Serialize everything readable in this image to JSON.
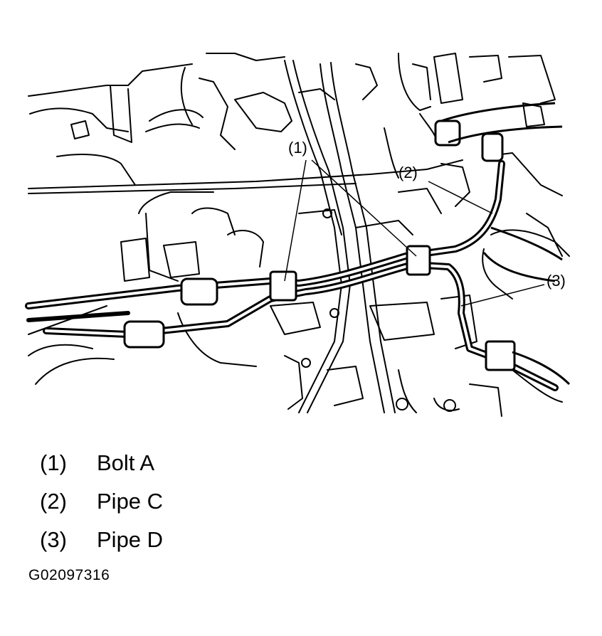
{
  "callouts": [
    {
      "id": "1",
      "label": "(1)"
    },
    {
      "id": "2",
      "label": "(2)"
    },
    {
      "id": "3",
      "label": "(3)"
    }
  ],
  "legend": [
    {
      "number": "(1)",
      "text": "Bolt A"
    },
    {
      "number": "(2)",
      "text": "Pipe C"
    },
    {
      "number": "(3)",
      "text": "Pipe D"
    }
  ],
  "figure_code": "G02097316"
}
